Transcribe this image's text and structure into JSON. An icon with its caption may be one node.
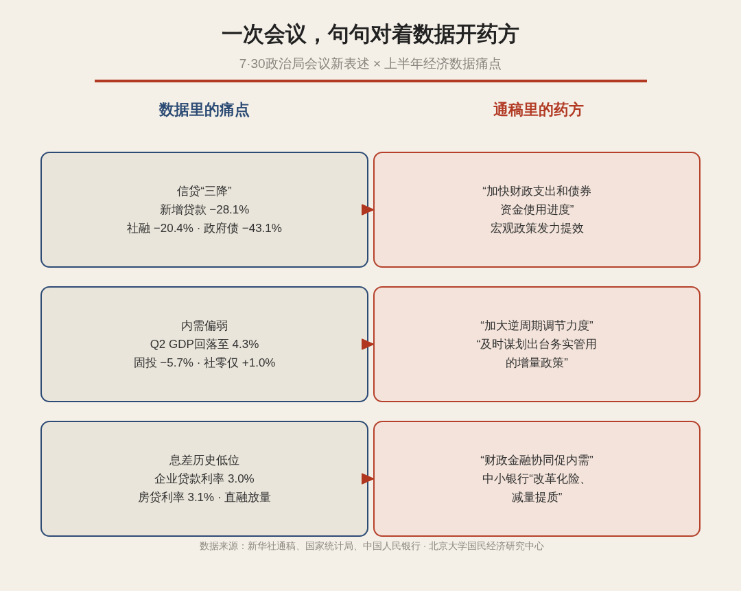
{
  "diagram": {
    "title": "一次会议，句句对着数据开药方",
    "nodes": [
      {
        "text": [
          "信贷“三降”",
          "新增贷款 −28.1%",
          "社融 −20.4% · 政府债 −43.1%"
        ]
      },
      {
        "text": [
          "“加快财政支出和债券资金使用进度”",
          "宏观政策发力提效"
        ]
      },
      {
        "text": [
          "内需偏弱",
          "Q2 GDP回落至 4.3%",
          "固投 −5.7% · 社零仅 +1.0%"
        ]
      },
      {
        "text": [
          "“加大逆周期调节力度”",
          "“及时谋划出台务实管用的增量政策”"
        ]
      },
      {
        "text": [
          "息差历史低位",
          "企业贷款利率 3.0%",
          "房贷利率 3.1% · 直融放量"
        ]
      },
      {
        "text": [
          "“财政金融协同促内需”",
          "中小银行“改革化险、减量提质”"
        ]
      }
    ],
    "edges": [
      {
        "from": 0,
        "to": 1,
        "arrow": "to"
      },
      {
        "from": 2,
        "to": 3,
        "arrow": "to"
      },
      {
        "from": 4,
        "to": 5,
        "arrow": "to"
      }
    ],
    "labels": [
      "7·30政治局会议新表述 × 上半年经济数据痛点",
      "数据里的痛点",
      "通稿里的药方",
      "数据来源：新华社通稿、国家统计局、中国人民银行 · 北京大学国民经济研究中心"
    ]
  }
}
